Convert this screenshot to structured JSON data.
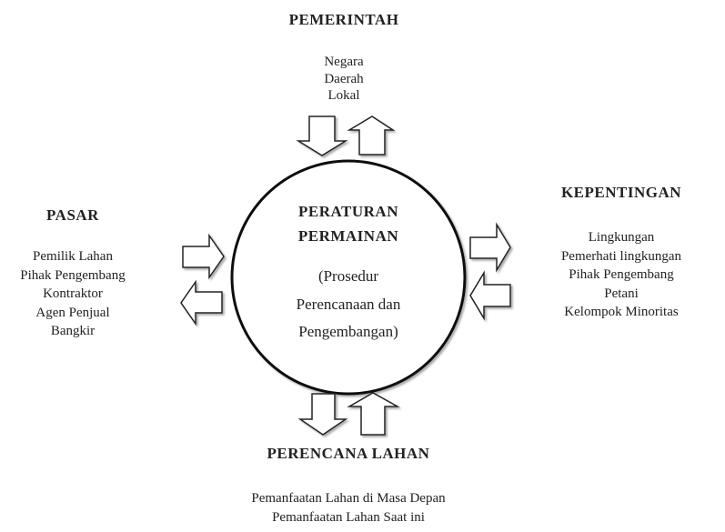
{
  "top": {
    "title": "PEMERINTAH",
    "items": [
      "Negara",
      "Daerah",
      "Lokal"
    ]
  },
  "left": {
    "title": "PASAR",
    "items": [
      "Pemilik Lahan",
      "Pihak Pengembang",
      "Kontraktor",
      "Agen Penjual",
      "Bangkir"
    ]
  },
  "right": {
    "title": "KEPENTINGAN",
    "items": [
      "Lingkungan",
      "Pemerhati lingkungan",
      "Pihak Pengembang",
      "Petani",
      "Kelompok Minoritas"
    ]
  },
  "bottom": {
    "title": "PERENCANA LAHAN",
    "items": [
      "Pemanfaatan Lahan di Masa Depan",
      "Pemanfaatan Lahan Saat ini"
    ]
  },
  "center": {
    "title_line1": "PERATURAN",
    "title_line2": "PERMAINAN",
    "sub_line1": "(Prosedur",
    "sub_line2": "Perencanaan dan",
    "sub_line3": "Pengembangan)"
  }
}
